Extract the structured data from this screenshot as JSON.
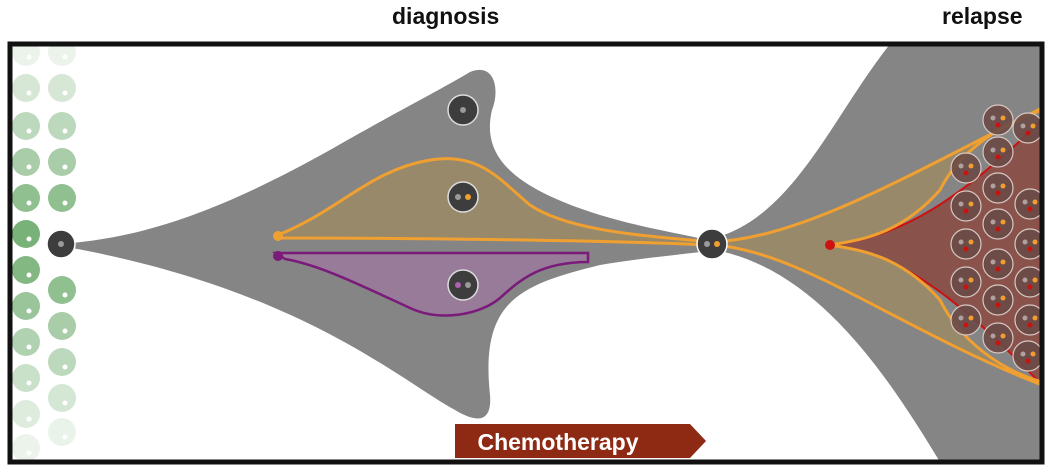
{
  "labels": {
    "diagnosis": "diagnosis",
    "relapse": "relapse",
    "chemotherapy": "Chemotherapy"
  },
  "colors": {
    "frame": "#111111",
    "tumor_gray": "#858585",
    "clone_orange": "#f0a030",
    "clone_purple": "#7a1a7a",
    "clone_red": "#cc1111",
    "chemo_banner": "#8e2a14",
    "normal_green": "#5aa05a",
    "cell_dark": "#3d3d3d"
  },
  "icons": {
    "stem_cell": "cell-icon",
    "chemo": "arrow-banner-icon"
  }
}
